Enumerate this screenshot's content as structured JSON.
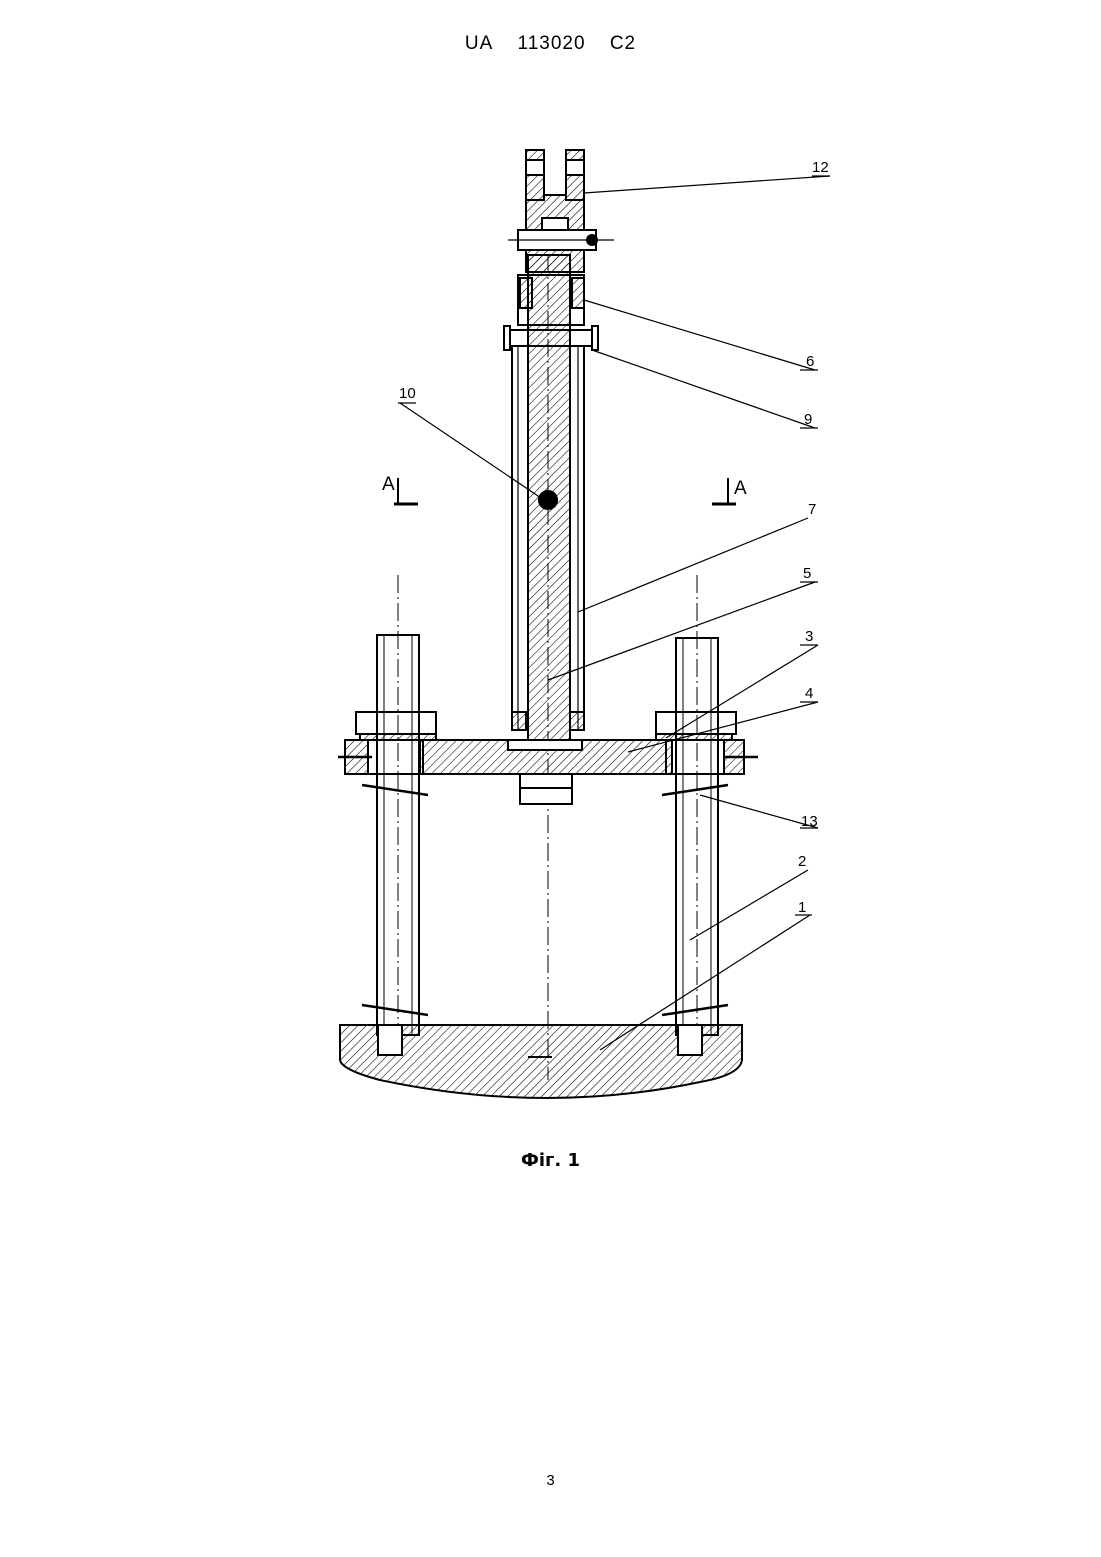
{
  "header": {
    "country": "UA",
    "number": "113020",
    "kind": "C2"
  },
  "figure": {
    "caption": "Фіг. 1",
    "section_label_left": "A",
    "section_label_right": "A",
    "callouts": [
      "12",
      "6",
      "9",
      "10",
      "7",
      "5",
      "3",
      "4",
      "13",
      "2",
      "1"
    ]
  },
  "page_number": "3"
}
